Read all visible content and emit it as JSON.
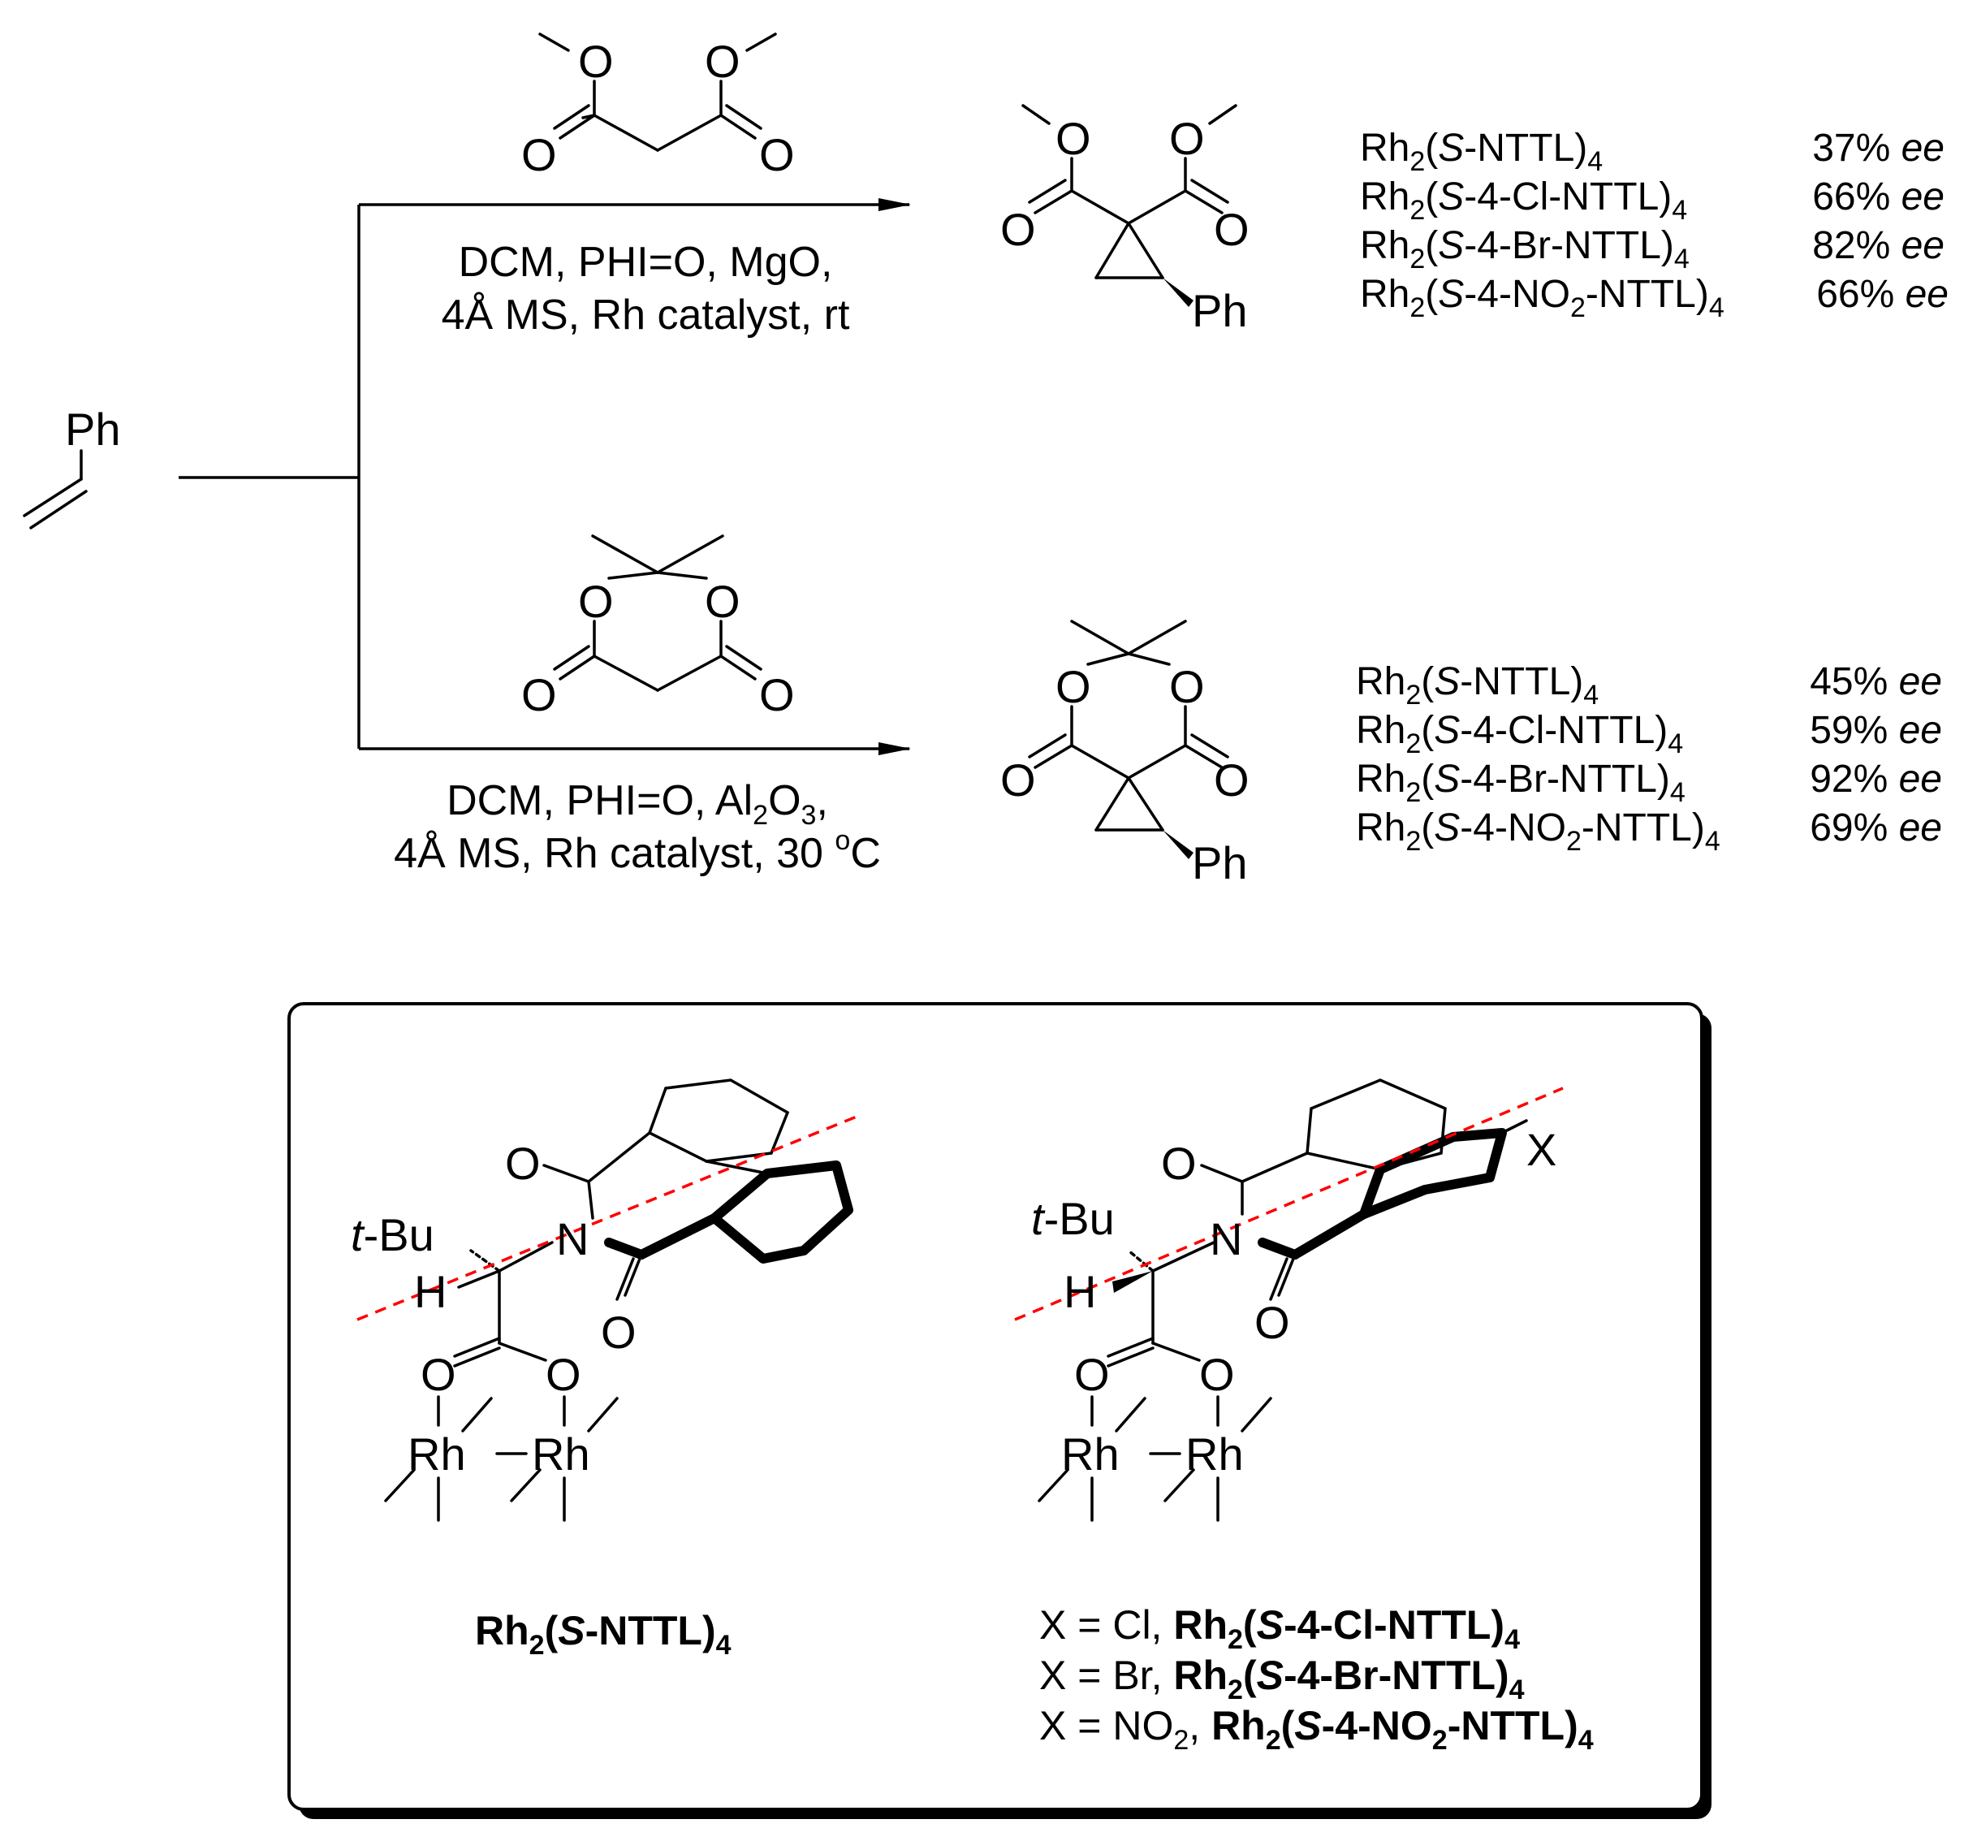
{
  "atoms": {
    "ph": "Ph",
    "o": "O",
    "n": "N",
    "h": "H",
    "rh": "Rh",
    "tbu_t": "t",
    "tbu_bu": "-Bu",
    "x": "X"
  },
  "top_reaction": {
    "conditions_line1": "DCM, PHI=O, MgO,",
    "conditions_line2": "4Å MS, Rh catalyst, rt",
    "results": [
      {
        "rh": "Rh",
        "sub2": "2",
        "open": "(",
        "s": "S",
        "name": "-NTTL)",
        "sub4": "4",
        "ee": "37%",
        "ee_unit": "ee"
      },
      {
        "rh": "Rh",
        "sub2": "2",
        "open": "(",
        "s": "S",
        "name": "-4-Cl-NTTL)",
        "sub4": "4",
        "ee": "66%",
        "ee_unit": "ee"
      },
      {
        "rh": "Rh",
        "sub2": "2",
        "open": "(",
        "s": "S",
        "name": "-4-Br-NTTL)",
        "sub4": "4",
        "ee": "82%",
        "ee_unit": "ee"
      },
      {
        "rh": "Rh",
        "sub2": "2",
        "open": "(",
        "s": "S",
        "name_a": "-4-NO",
        "name_sub": "2",
        "name_b": "-NTTL)",
        "sub4": "4",
        "ee": "66%",
        "ee_unit": "ee"
      }
    ]
  },
  "bottom_reaction": {
    "conditions_line1_a": "DCM, PHI=O, Al",
    "conditions_line1_sub1": "2",
    "conditions_line1_b": "O",
    "conditions_line1_sub2": "3",
    "conditions_line1_c": ",",
    "conditions_line2_a": "4Å MS, Rh catalyst, 30 ",
    "conditions_line2_sup": "o",
    "conditions_line2_b": "C",
    "results": [
      {
        "rh": "Rh",
        "sub2": "2",
        "open": "(",
        "s": "S",
        "name": "-NTTL)",
        "sub4": "4",
        "ee": "45%",
        "ee_unit": "ee"
      },
      {
        "rh": "Rh",
        "sub2": "2",
        "open": "(",
        "s": "S",
        "name": "-4-Cl-NTTL)",
        "sub4": "4",
        "ee": "59%",
        "ee_unit": "ee"
      },
      {
        "rh": "Rh",
        "sub2": "2",
        "open": "(",
        "s": "S",
        "name": "-4-Br-NTTL)",
        "sub4": "4",
        "ee": "92%",
        "ee_unit": "ee"
      },
      {
        "rh": "Rh",
        "sub2": "2",
        "open": "(",
        "s": "S",
        "name_a": "-4-NO",
        "name_sub": "2",
        "name_b": "-NTTL)",
        "sub4": "4",
        "ee": "69%",
        "ee_unit": "ee"
      }
    ]
  },
  "catalyst_box": {
    "left_label": {
      "rh": "Rh",
      "sub2": "2",
      "open": "(",
      "s": "S",
      "name": "-NTTL)",
      "sub4": "4"
    },
    "right_labels": [
      {
        "prefix": "X = Cl, ",
        "rh": "Rh",
        "sub2": "2",
        "open": "(",
        "s": "S",
        "name": "-4-Cl-NTTL)",
        "sub4": "4"
      },
      {
        "prefix": "X = Br, ",
        "rh": "Rh",
        "sub2": "2",
        "open": "(",
        "s": "S",
        "name": "-4-Br-NTTL)",
        "sub4": "4"
      },
      {
        "prefix_a": "X = NO",
        "prefix_sub": "2",
        "prefix_b": ", ",
        "rh": "Rh",
        "sub2": "2",
        "open": "(",
        "s": "S",
        "name_a": "-4-NO",
        "name_sub": "2",
        "name_b": "-NTTL)",
        "sub4": "4"
      }
    ],
    "dash_color": "#ff0000"
  }
}
